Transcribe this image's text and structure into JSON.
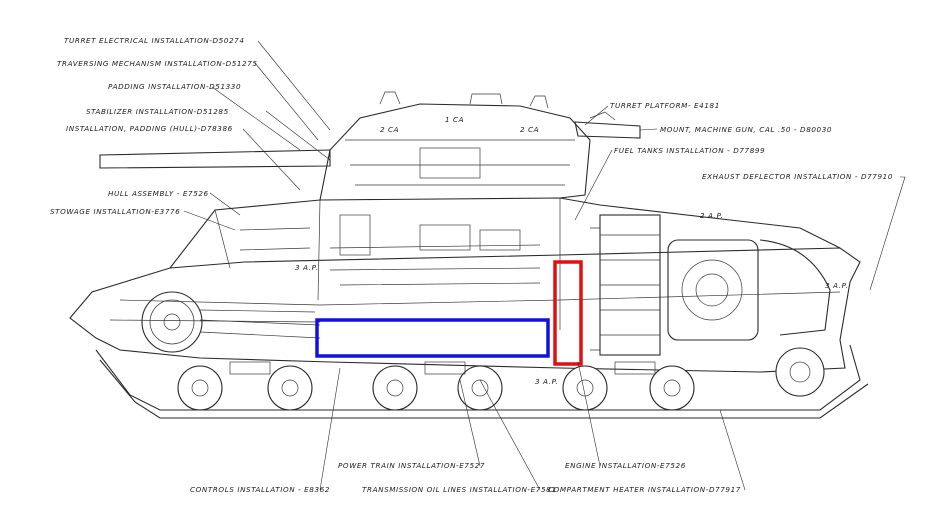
{
  "labels": {
    "turret_electrical": "TURRET ELECTRICAL INSTALLATION-D50274",
    "traversing_mechanism": "TRAVERSING MECHANISM INSTALLATION-D51275",
    "padding": "PADDING INSTALLATION-D51330",
    "stabilizer": "STABILIZER INSTALLATION-D51285",
    "padding_hull": "INSTALLATION, PADDING (HULL)-D78386",
    "hull_assembly": "HULL ASSEMBLY - E7526",
    "stowage": "STOWAGE INSTALLATION-E3776",
    "turret_platform": "TURRET PLATFORM- E4181",
    "mount_mg": "MOUNT, MACHINE GUN, CAL .50 - D80030",
    "fuel_tanks": "FUEL TANKS INSTALLATION - D77899",
    "exhaust_deflector": "EXHAUST DEFLECTOR INSTALLATION - D77910",
    "power_train": "POWER TRAIN INSTALLATION-E7527",
    "engine": "ENGINE INSTALLATION-E7526",
    "controls": "CONTROLS INSTALLATION - E8362",
    "transmission_oil": "TRANSMISSION OIL LINES INSTALLATION-E7581",
    "compartment_heater": "COMPARTMENT HEATER INSTALLATION-D77917"
  },
  "colors": {
    "ink": "#2b2b2b",
    "blue_highlight": "#1010e0",
    "red_highlight": "#e01010",
    "background": "#ffffff"
  }
}
